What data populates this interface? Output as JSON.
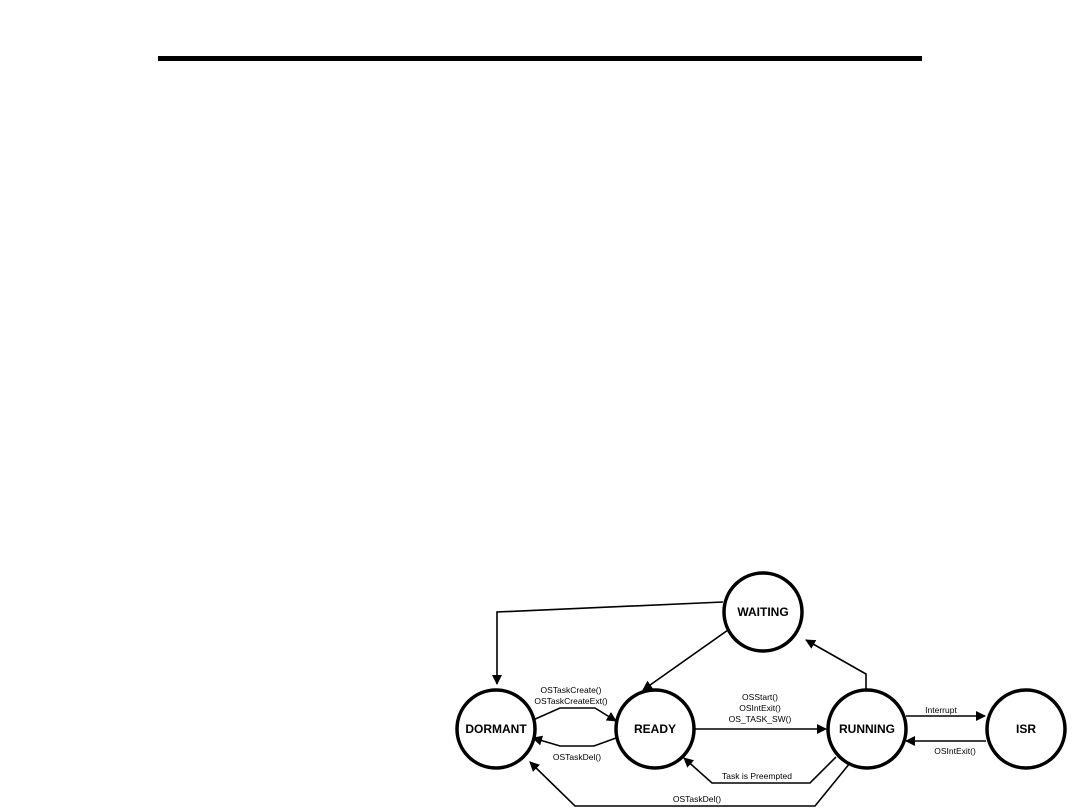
{
  "colors": {
    "stroke": "#000000",
    "background": "#ffffff"
  },
  "states": {
    "waiting": "WAITING",
    "dormant": "DORMANT",
    "ready": "READY",
    "running": "RUNNING",
    "isr": "ISR"
  },
  "transitions": {
    "create_1": "OSTaskCreate()",
    "create_2": "OSTaskCreateExt()",
    "start_1": "OSStart()",
    "start_2": "OSIntExit()",
    "start_3": "OS_TASK_SW()",
    "interrupt": "Interrupt",
    "int_exit": "OSIntExit()",
    "del_ready": "OSTaskDel()",
    "preempted": "Task is Preempted",
    "del_running": "OSTaskDel()"
  }
}
